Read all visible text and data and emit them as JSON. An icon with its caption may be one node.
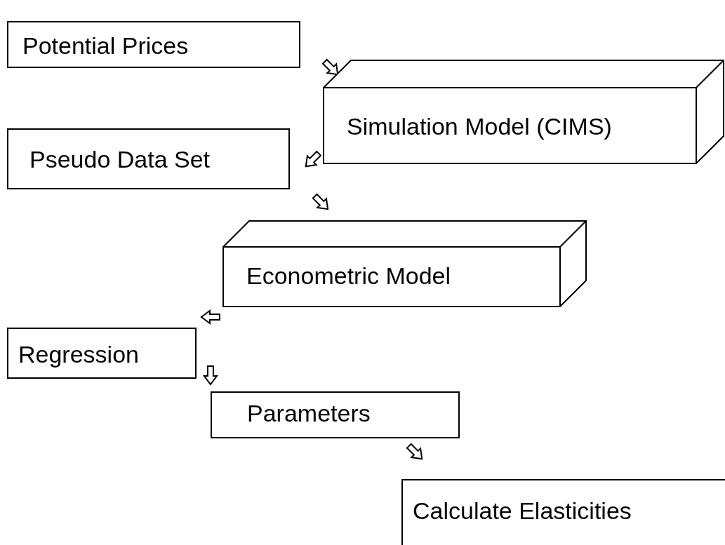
{
  "diagram": {
    "nodes": [
      {
        "text": [
          "Potential Prices"
        ]
      },
      {
        "text": [
          "Simulation Model (CIMS)"
        ]
      },
      {
        "text": [
          "Pseudo Data Set"
        ]
      },
      {
        "text": [
          "Econometric Model"
        ]
      },
      {
        "text": [
          "Regression"
        ]
      },
      {
        "text": [
          "Parameters"
        ]
      },
      {
        "text": [
          "Calculate Elasticities"
        ]
      }
    ],
    "edges": [
      {
        "from": 0,
        "to": 1,
        "arrow": "to"
      },
      {
        "from": 1,
        "to": 2,
        "arrow": "to"
      },
      {
        "from": 2,
        "to": 3,
        "arrow": "to"
      },
      {
        "from": 3,
        "to": 4,
        "arrow": "to"
      },
      {
        "from": 4,
        "to": 5,
        "arrow": "to"
      },
      {
        "from": 5,
        "to": 6,
        "arrow": "to"
      }
    ]
  }
}
